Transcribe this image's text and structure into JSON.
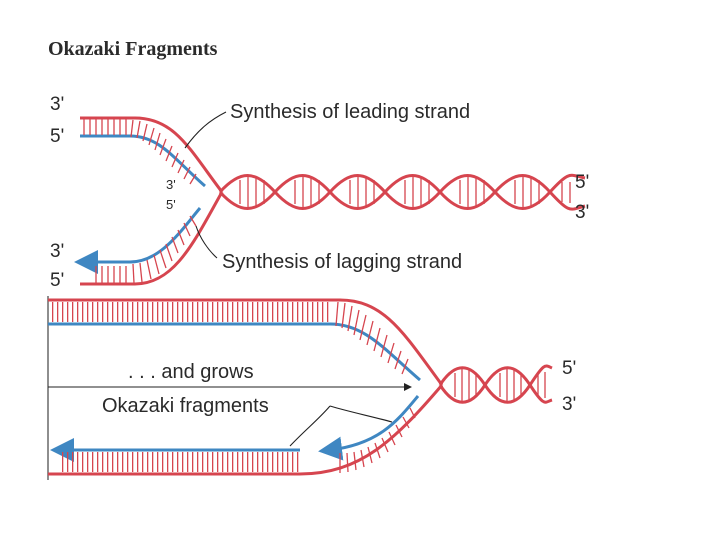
{
  "page": {
    "title": "Okazaki Fragments"
  },
  "colors": {
    "red_strand": "#d6454f",
    "blue_strand": "#3f87c2",
    "label": "#2a2a2a"
  },
  "top_panel": {
    "label_leading": "Synthesis of leading strand",
    "label_lagging": "Synthesis of lagging strand",
    "left_top_end": "3'",
    "left_top_inner": "5'",
    "left_bottom_end": "3'",
    "left_bottom_inner": "5'",
    "fork_inner_top": "3'",
    "fork_inner_bottom": "5'",
    "right_top": "5'",
    "right_bottom": "3'"
  },
  "bottom_panel": {
    "label_grows": ". . . and grows",
    "label_okazaki": "Okazaki fragments",
    "right_top": "5'",
    "right_bottom": "3'"
  }
}
